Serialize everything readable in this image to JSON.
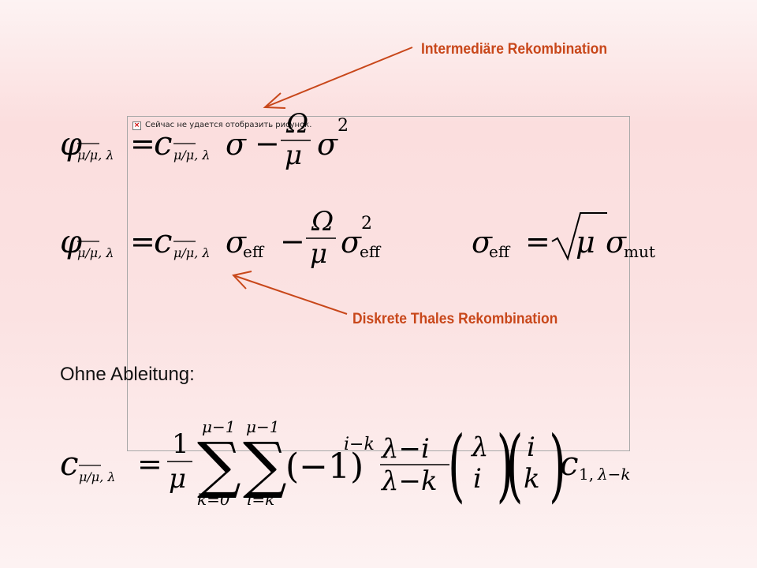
{
  "placeholder": {
    "text": "Сейчас не удается отобразить рисунок.",
    "icon": "broken-image-icon"
  },
  "labels": {
    "intermediate": "Intermediäre Rekombination",
    "discrete": "Diskrete Thales Rekombination"
  },
  "ohne_ableitung": "Ohne Ableitung:",
  "colors": {
    "accent": "#c8471a",
    "text": "#000000"
  }
}
